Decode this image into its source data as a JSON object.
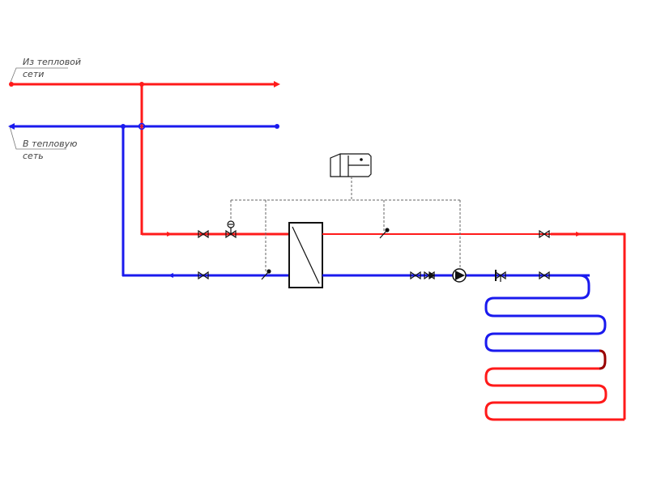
{
  "labels": {
    "supply_from_network_line1": "Из тепловой",
    "supply_from_network_line2": "сети",
    "return_to_network_line1": "В тепловую",
    "return_to_network_line2": "сеть"
  },
  "colors": {
    "supply": "#ff1a1a",
    "return": "#1a1aee",
    "transition": "#990000",
    "control": "#666666",
    "equipment": "#111111"
  },
  "icons": {
    "heat_exchanger": "heat-exchanger-icon",
    "controller": "controller-icon",
    "pump": "circulation-pump-icon",
    "valve": "valve-icon",
    "sensor": "temperature-sensor-icon",
    "check_valve": "check-valve-icon"
  }
}
